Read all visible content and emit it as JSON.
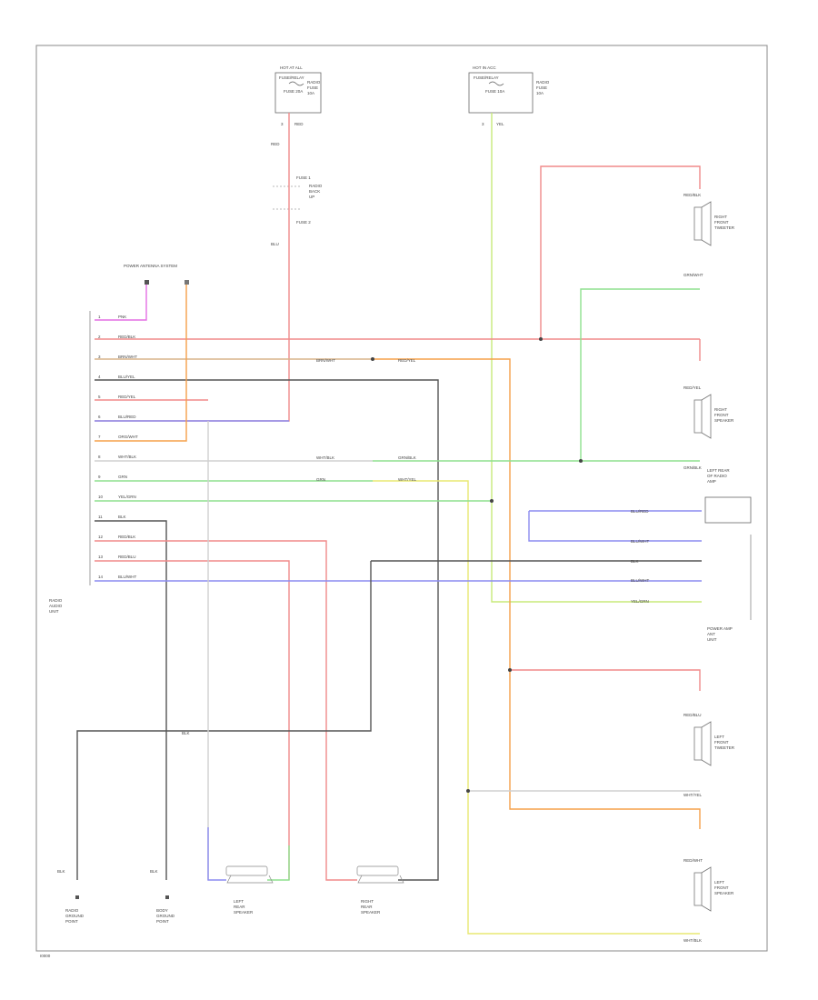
{
  "footer_code": "I0000",
  "fuse_top_left": {
    "header": "HOT AT ALL",
    "box": "FUSE/RELAY",
    "fuse": "FUSE 20A",
    "side": [
      "RADIO",
      "FUSE",
      "10A"
    ],
    "pin": "3",
    "wire": "RED"
  },
  "fuse_top_right": {
    "header": "HOT IN ACC",
    "box": "FUSE/RELAY",
    "fuse": "FUSE 10A",
    "side": [
      "RADIO",
      "FUSE",
      "10A"
    ],
    "pin": "3",
    "wire": "YEL"
  },
  "mid_fuse": {
    "labels": [
      "FUSE 1",
      "FUSE 2"
    ],
    "side": [
      "RADIO",
      "BACK",
      "UP"
    ],
    "wires": [
      "RED",
      "BLU"
    ]
  },
  "antenna_system_label": "POWER ANTENNA SYSTEM",
  "radio_unit_label": [
    "RADIO",
    "AUDIO",
    "UNIT"
  ],
  "radio_pins": [
    {
      "pin": "1",
      "wire": "PNK"
    },
    {
      "pin": "2",
      "wire": "RED/BLK"
    },
    {
      "pin": "3",
      "wire": "BRN/WHT"
    },
    {
      "pin": "4",
      "wire": "BLU/YEL"
    },
    {
      "pin": "5",
      "wire": "RED/YEL"
    },
    {
      "pin": "6",
      "wire": "BLU/RED"
    },
    {
      "pin": "7",
      "wire": "ORG/WHT"
    },
    {
      "pin": "8",
      "wire": "WHT/BLK"
    },
    {
      "pin": "9",
      "wire": "GRN"
    },
    {
      "pin": "10",
      "wire": "YEL/GRN"
    },
    {
      "pin": "11",
      "wire": "BLK"
    },
    {
      "pin": "12",
      "wire": "RED/BLK"
    },
    {
      "pin": "13",
      "wire": "RED/BLU"
    },
    {
      "pin": "14",
      "wire": "BLU/WHT"
    }
  ],
  "splice_labels": [
    "BRN/WHT",
    "RED/YEL",
    "WHT/BLK",
    "GRN/BLK",
    "GRN",
    "WHT/YEL"
  ],
  "right_speakers": [
    {
      "label": [
        "RIGHT",
        "FRONT",
        "TWEETER"
      ],
      "wire_top": "RED/BLK",
      "wire_bottom": "GRN/WHT"
    },
    {
      "label": [
        "RIGHT",
        "FRONT",
        "SPEAKER"
      ],
      "wire_top": "RED/YEL",
      "wire_bottom": "GRN/BLK"
    },
    {
      "label": [
        "LEFT",
        "FRONT",
        "TWEETER"
      ],
      "wire_top": "RED/BLU",
      "wire_bottom": "WHT/YEL"
    },
    {
      "label": [
        "LEFT",
        "FRONT",
        "SPEAKER"
      ],
      "wire_top": "RED/WHT",
      "wire_bottom": "WHT/BLK"
    }
  ],
  "amp_connector_label": [
    "LEFT REAR",
    "OF RADIO",
    "AMP"
  ],
  "amp_connector_bottom_label": [
    "POWER AMP",
    "ANT",
    "UNIT"
  ],
  "amp_wires": [
    "BLU/RED",
    "BLU/WHT",
    "BLK",
    "BLU/WHT",
    "YEL/GRN"
  ],
  "ground_wire_label": "BLK",
  "bottom_speakers": [
    {
      "label": [
        "LEFT",
        "REAR",
        "SPEAKER"
      ]
    },
    {
      "label": [
        "RIGHT",
        "REAR",
        "SPEAKER"
      ]
    }
  ],
  "grounds": [
    {
      "label": [
        "RADIO",
        "GROUND",
        "POINT"
      ],
      "wire": "BLK"
    },
    {
      "label": [
        "BODY",
        "GROUND",
        "POINT"
      ],
      "wire": "BLK"
    }
  ],
  "colors": {
    "red": "#f08a8a",
    "pink": "#e36ee3",
    "orange": "#f6a04a",
    "blue": "#8c8cf0",
    "green": "#8ee08e",
    "yellow": "#e8e872",
    "black": "#555555",
    "light": "#d0d0d0",
    "frame": "#888888"
  }
}
